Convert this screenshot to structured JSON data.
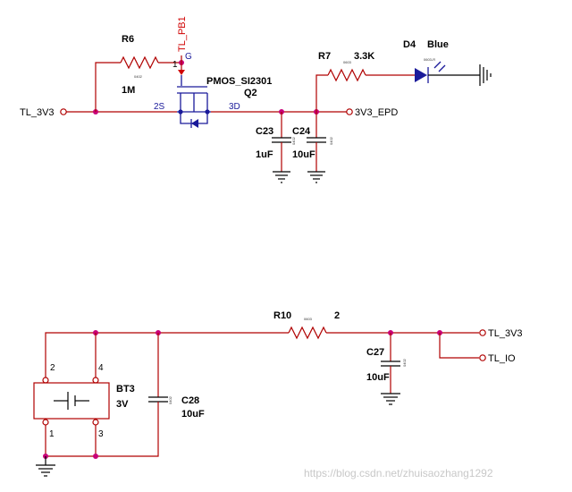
{
  "top_circuit": {
    "net_tl3v3_left": "TL_3V3",
    "net_pb1": "TL_PB1",
    "r6": {
      "ref": "R6",
      "value": "1M",
      "footprint": "0402"
    },
    "q2": {
      "part": "PMOS_SI2301",
      "ref": "Q2",
      "pin_g": "G",
      "pin_s": "2S",
      "pin_d": "3D",
      "pin_1": "1"
    },
    "r7": {
      "ref": "R7",
      "value": "3.3K",
      "footprint": "0603"
    },
    "d4": {
      "ref": "D4",
      "color": "Blue",
      "footprint": "0603-R"
    },
    "c23": {
      "ref": "C23",
      "value": "1uF",
      "footprint": "0402"
    },
    "c24": {
      "ref": "C24",
      "value": "10uF",
      "footprint": "0402"
    },
    "net_3v3_epd": "3V3_EPD"
  },
  "bottom_circuit": {
    "r10": {
      "ref": "R10",
      "pin": "2",
      "footprint": "0603"
    },
    "bt3": {
      "ref": "BT3",
      "value": "3V",
      "pin_2": "2",
      "pin_4": "4",
      "pin_1": "1",
      "pin_3": "3"
    },
    "c28": {
      "ref": "C28",
      "value": "10uF",
      "footprint": "0402"
    },
    "c27": {
      "ref": "C27",
      "value": "10uF",
      "footprint": "0402"
    },
    "net_tl3v3": "TL_3V3",
    "net_tlio": "TL_IO"
  },
  "watermark": "https://blog.csdn.net/zhuisaozhang1292",
  "colors": {
    "wire": "#b00000",
    "component": "#1a1a9a",
    "junction": "#c80078"
  }
}
